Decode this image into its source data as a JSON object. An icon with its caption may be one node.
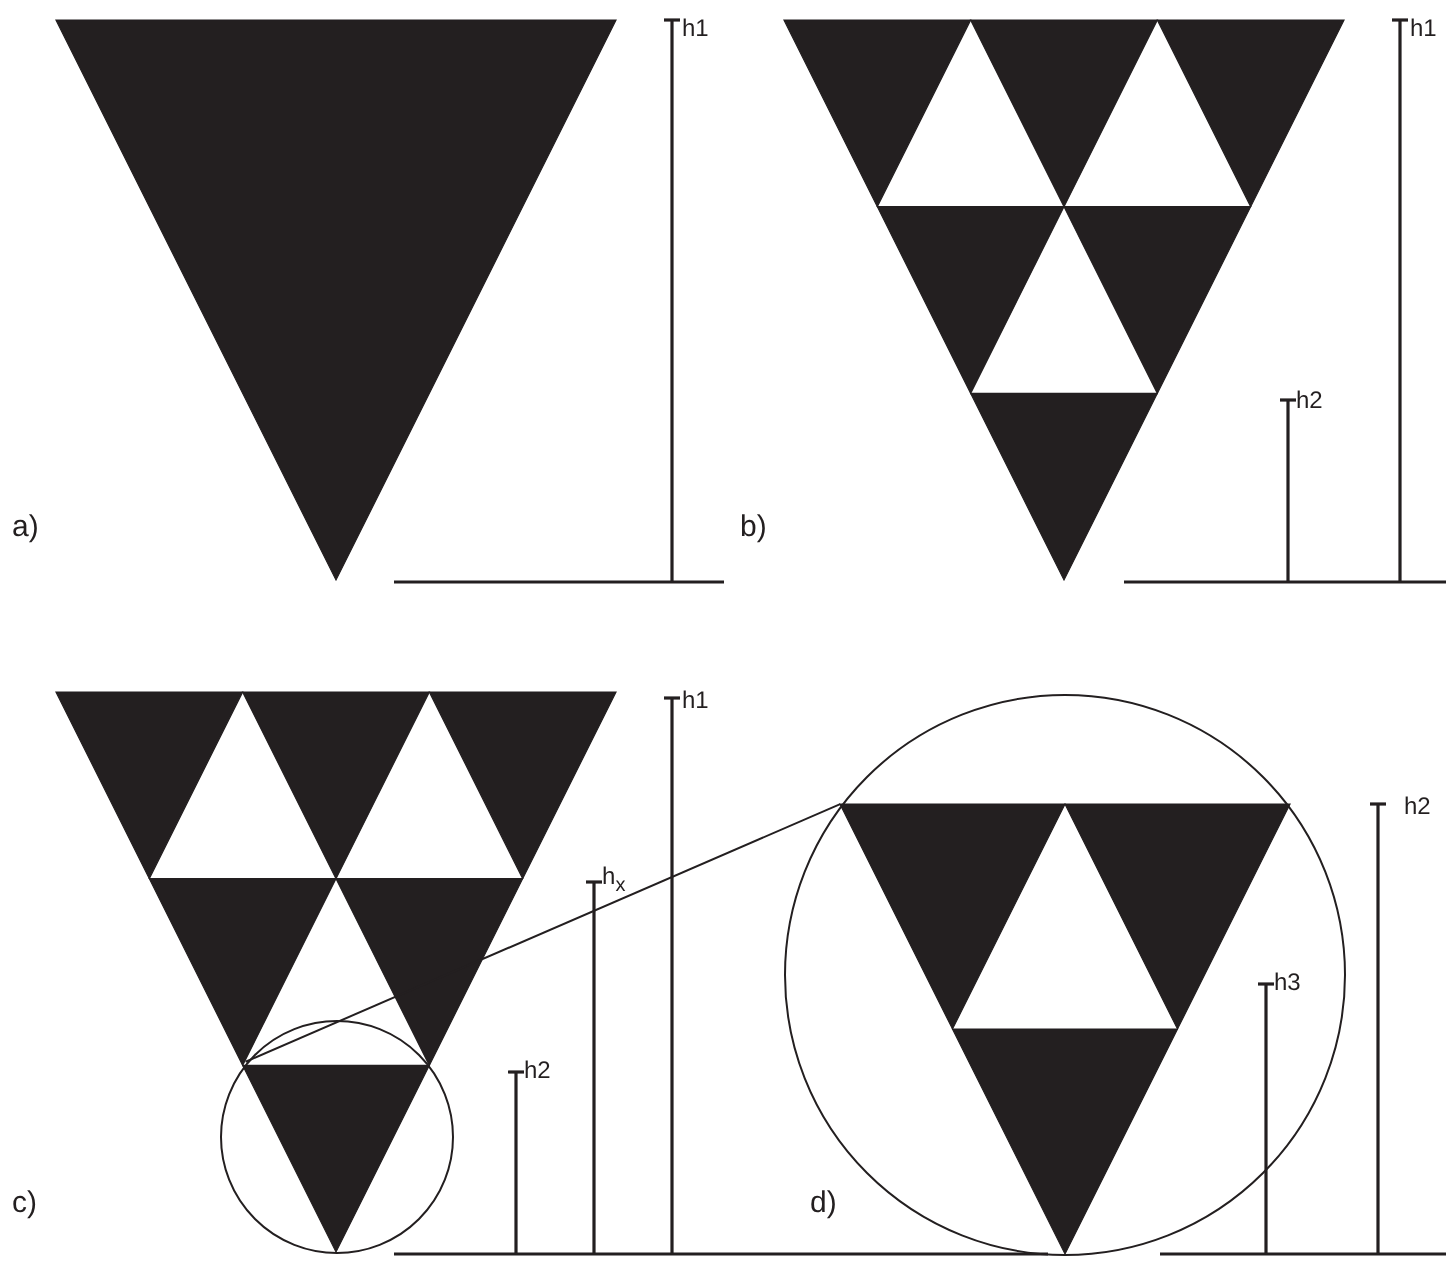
{
  "diagram": {
    "nodes": [
      {
        "text": [],
        "shape": "circle"
      },
      {
        "text": [],
        "shape": "circle"
      }
    ],
    "edges": [
      {
        "from": 0,
        "to": 1,
        "arrow": "none"
      }
    ],
    "labels": [
      "a)",
      "h1",
      "b)",
      "h2",
      "h1",
      "c)",
      "h1",
      "h$_{x}$",
      "h2",
      "d)",
      "h3",
      "h2"
    ]
  }
}
